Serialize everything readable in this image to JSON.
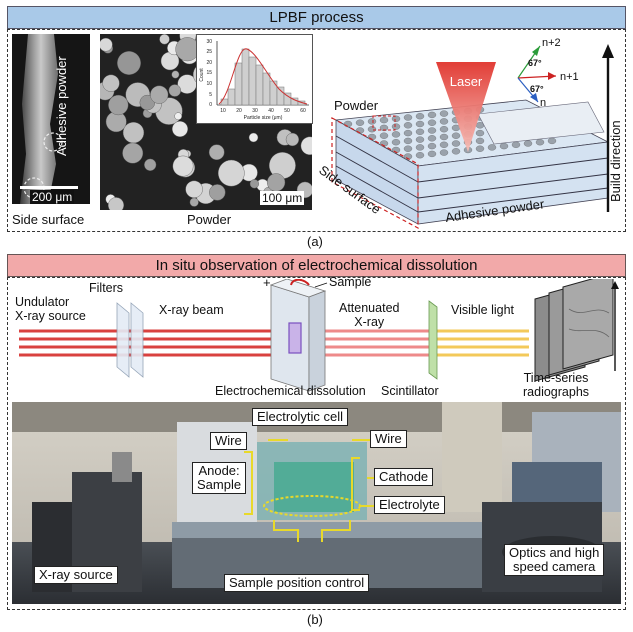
{
  "panel_a": {
    "header": "LPBF process",
    "caption": "(a)",
    "sem_side": {
      "adhesive_label": "Adhesive powder",
      "scale": "200 μm",
      "caption": "Side surface"
    },
    "sem_powder": {
      "scale": "100 μm",
      "caption": "Powder"
    },
    "histogram": {
      "ylabel": "Count",
      "xlabel": "Particle size (μm)",
      "yticks": [
        "0",
        "5",
        "10",
        "15",
        "20",
        "25",
        "30"
      ],
      "xticks": [
        "10",
        "20",
        "30",
        "40",
        "50",
        "60"
      ]
    },
    "schematic": {
      "laser": "Laser",
      "powder": "Powder",
      "side_surface": "Side surface",
      "adhesive_powder": "Adhesive powder",
      "build_direction": "Build direction",
      "layer_n2": "n+2",
      "layer_n1": "n+1",
      "layer_n": "n",
      "angle1": "67°",
      "angle2": "67°"
    }
  },
  "panel_b": {
    "header": "In situ observation of electrochemical dissolution",
    "caption": "(b)",
    "schematic": {
      "source": "Undulator\nX-ray source",
      "filters": "Filters",
      "xray_beam": "X-ray beam",
      "sample": "Sample",
      "plus": "+",
      "attenuated": "Attenuated\nX-ray",
      "visible": "Visible light",
      "electrochem": "Electrochemical dissolution",
      "scintillator": "Scintillator",
      "radiographs": "Time-series\nradiographs"
    },
    "photo": {
      "cell": "Electrolytic cell",
      "wire_left": "Wire",
      "wire_right": "Wire",
      "anode": "Anode:\nSample",
      "cathode": "Cathode",
      "electrolyte": "Electrolyte",
      "xray_source": "X-ray source",
      "sample_position": "Sample position control",
      "optics": "Optics and high\nspeed camera"
    }
  },
  "colors": {
    "header_a": "#a9c9e8",
    "header_b": "#f2a9a9",
    "beam_red": "#d9413f",
    "visible_yellow": "#f3c95a",
    "callout": "#e8d92a"
  }
}
